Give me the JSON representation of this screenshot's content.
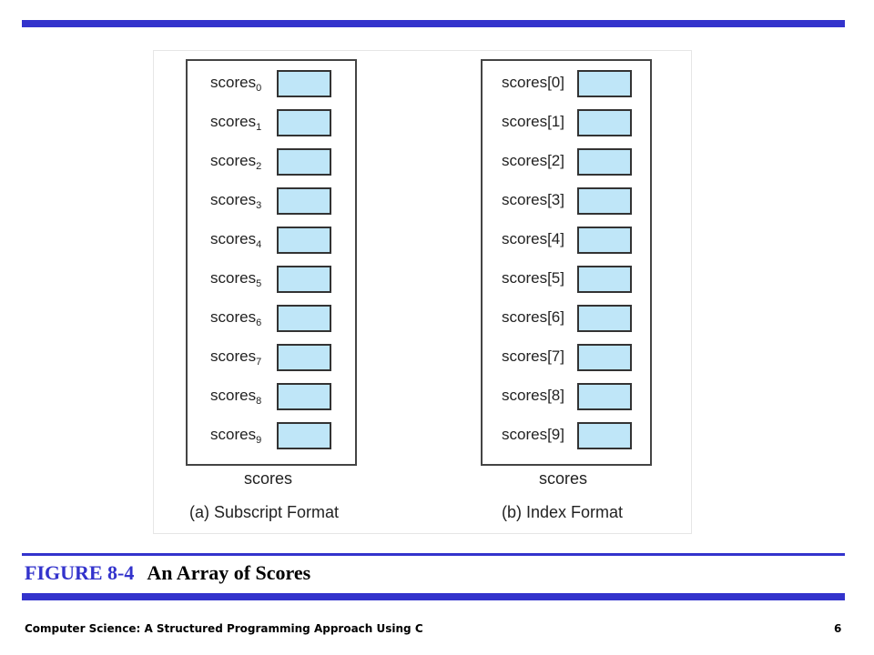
{
  "panel_a": {
    "base_name": "scores",
    "subscripts": [
      "0",
      "1",
      "2",
      "3",
      "4",
      "5",
      "6",
      "7",
      "8",
      "9"
    ],
    "array_name": "scores",
    "caption": "(a) Subscript Format"
  },
  "panel_b": {
    "labels": [
      "scores[0]",
      "scores[1]",
      "scores[2]",
      "scores[3]",
      "scores[4]",
      "scores[5]",
      "scores[6]",
      "scores[7]",
      "scores[8]",
      "scores[9]"
    ],
    "array_name": "scores",
    "caption": "(b) Index Format"
  },
  "figure": {
    "number": "FIGURE 8-4",
    "title": "An Array of Scores"
  },
  "footer": {
    "text": "Computer Science: A Structured Programming Approach Using C",
    "page": "6"
  },
  "colors": {
    "accent_bar": "#3333cc",
    "cell_fill": "#bfe6f8",
    "cell_border": "#333333"
  }
}
